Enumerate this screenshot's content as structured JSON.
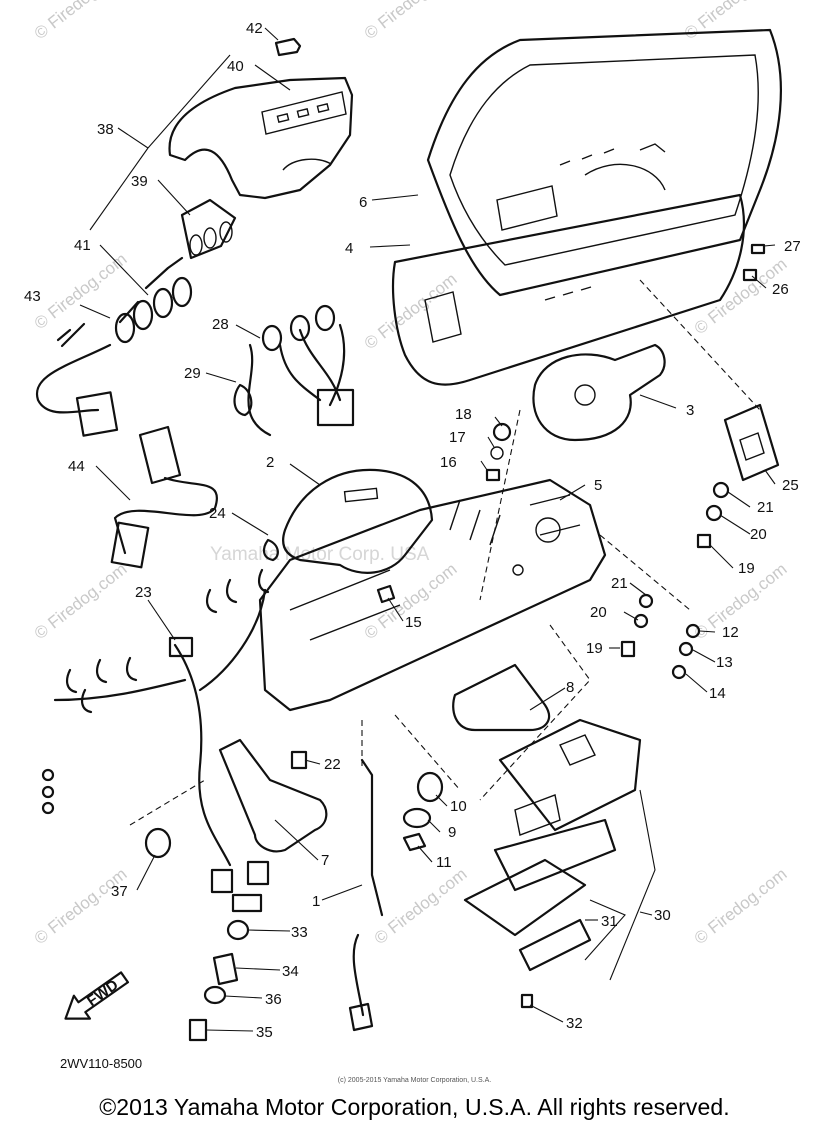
{
  "diagram": {
    "watermark_site": "© Firedog.com",
    "watermark_center": "Yamaha Motor Corp. USA",
    "fwd_arrow_label": "FWD",
    "drawing_code": "2WV110-8500",
    "small_copyright": "(c) 2005-2015 Yamaha Motor Corporation, U.S.A.",
    "copyright": "©2013 Yamaha Motor Corporation, U.S.A. All rights reserved.",
    "callouts": [
      "42",
      "40",
      "38",
      "39",
      "41",
      "43",
      "28",
      "29",
      "44",
      "24",
      "23",
      "6",
      "4",
      "27",
      "26",
      "3",
      "18",
      "17",
      "16",
      "2",
      "5",
      "25",
      "21",
      "20",
      "19",
      "15",
      "21",
      "20",
      "19",
      "12",
      "13",
      "14",
      "8",
      "22",
      "10",
      "9",
      "11",
      "7",
      "1",
      "37",
      "30",
      "31",
      "33",
      "34",
      "36",
      "35",
      "32"
    ]
  }
}
